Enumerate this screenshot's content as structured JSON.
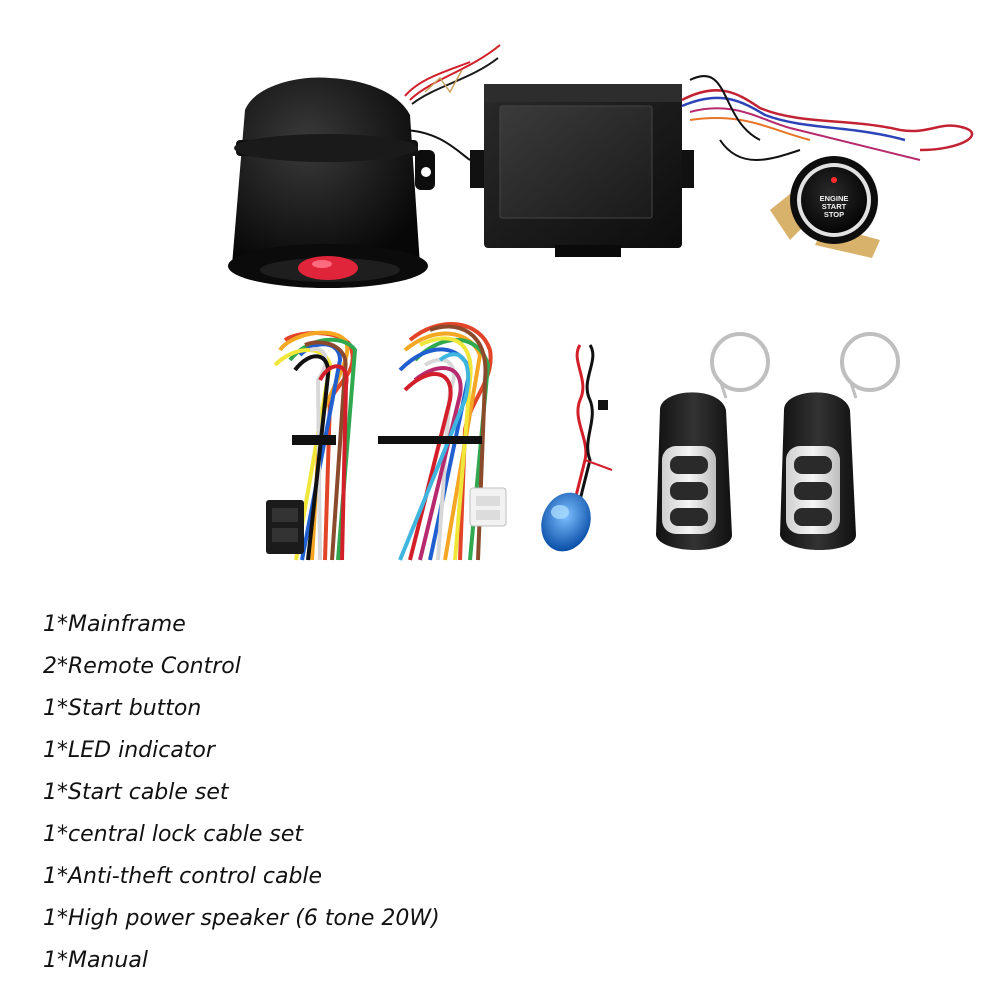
{
  "photo": {
    "button_text_line1": "ENGINE",
    "button_text_line2": "START",
    "button_text_line3": "STOP"
  },
  "items": [
    "1*Mainframe",
    "2*Remote Control",
    "1*Start button",
    "1*LED indicator",
    "1*Start cable set",
    "1*central lock cable set",
    "1*Anti-theft control cable",
    "1*High power speaker (6 tone 20W)",
    "1*Manual"
  ]
}
